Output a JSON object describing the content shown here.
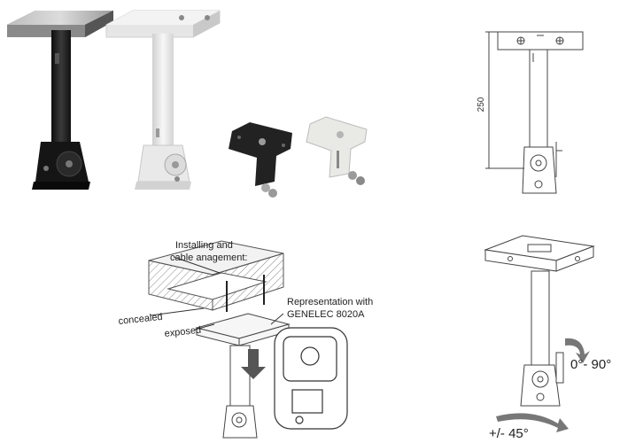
{
  "photo": {
    "black_mount": "#1c1c1c",
    "white_mount": "#e6e6e6",
    "plate_black": "#222222",
    "plate_white": "#e9e9e6"
  },
  "dimension": {
    "height_label": "250"
  },
  "install": {
    "title_line1": "Installing and",
    "title_line2": "cable anagement:",
    "concealed": "concealed",
    "exposed": "exposed",
    "rep_line1": "Representation with",
    "rep_line2": "GENELEC 8020A"
  },
  "rotation": {
    "tilt_label": "0°- 90°",
    "swivel_label": "+/- 45°"
  }
}
